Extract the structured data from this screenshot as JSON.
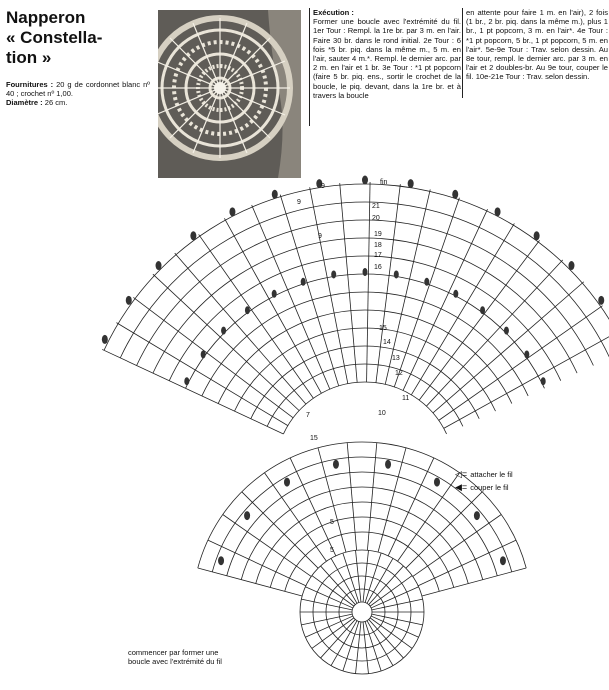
{
  "header": {
    "title_line1": "Napperon",
    "title_line2": "« Constella-",
    "title_line3": "tion »"
  },
  "materials": {
    "supplies_label": "Fournitures :",
    "supplies_text": "20 g de cordonnet blanc nº 40 ; crochet nº 1,00.",
    "diameter_label": "Diamètre :",
    "diameter_text": "26 cm."
  },
  "execution": {
    "label": "Exécution :",
    "col1_text": "Former une boucle avec l'extrémité du fil. 1er Tour : Rempl. la 1re br. par 3 m. en l'air. Faire 30 br. dans le rond initial. 2e Tour : 6 fois *5 br. piq. dans la même m., 5 m. en l'air, sauter 4 m.*. Rempl. le dernier arc. par 2 m. en l'air et 1 br. 3e Tour : *1 pt popcorn (faire 5 br. piq. ens., sortir le crochet de la boucle, le piq. devant, dans la 1re br. et à travers la boucle",
    "col2_text": "en attente pour faire 1 m. en l'air), 2 fois (1 br., 2 br. piq. dans la même m.), plus 1 br., 1 pt popcorn, 3 m. en l'air*. 4e Tour : *1 pt popcorn, 5 br., 1 pt popcorn, 5 m. en l'air*. 5e-9e Tour : Trav. selon dessin. Au 8e tour, rempl. le dernier arc. par 3 m. en l'air et 2 doubles-br. Au 9e tour, couper le fil. 10e-21e Tour : Trav. selon dessin."
  },
  "diagram": {
    "labels": {
      "end": "fin",
      "round_9a": "9",
      "round_9b": "9",
      "round_9c": "9",
      "round_15": "15",
      "round_7": "7",
      "round_5a": "5",
      "round_5b": "5",
      "r21": "21",
      "r20": "20",
      "r19": "19",
      "r18": "18",
      "r17": "17",
      "r16": "16",
      "r15": "15",
      "r14": "14",
      "r13": "13",
      "r12": "12",
      "r11": "11",
      "r10": "10"
    }
  },
  "legend": {
    "attach": "attacher le fil",
    "cut": "couper le fil",
    "attach_symbol": "◁=",
    "cut_symbol": "◀="
  },
  "start_note": "commencer par former une boucle avec l'extrémité du fil"
}
